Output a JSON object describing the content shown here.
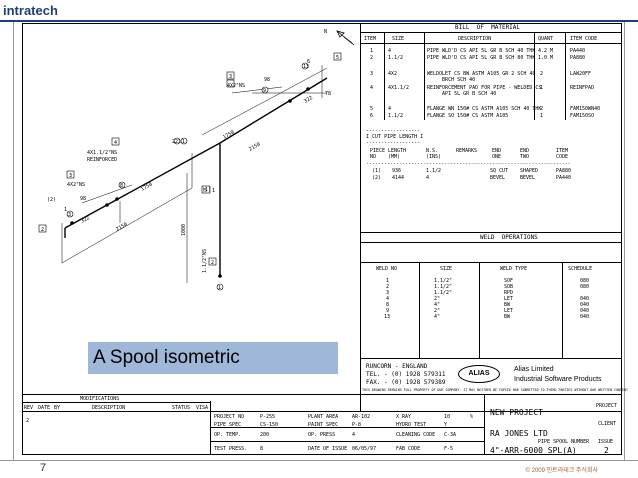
{
  "logo": "intratech",
  "slide": {
    "page_number": "7",
    "copyright": "© 2009 인트라테크 주식회사",
    "caption": "A Spool isometric"
  },
  "north_label": "N",
  "bom": {
    "title": "BILL  OF  MATERIAL",
    "headers": [
      "ITEM",
      "SIZE",
      "DESCRIPTION",
      "QUANT",
      "ITEM CODE"
    ],
    "rows": [
      [
        "1",
        "4",
        "PIPE WLD'D CS API 5L GR B SCH 40 THK",
        "4.2 M",
        "PA440"
      ],
      [
        "2",
        "1.1/2",
        "PIPE WLD'D CS API 5L GR B SCH 80 THK",
        "1.0 M",
        "PA880"
      ],
      [
        "3",
        "4X2",
        "WELDOLET CS BW ASTM A105 GR 2 SCH 40\n     BRCH SCH 40",
        "2",
        "LAW20FF"
      ],
      [
        "4",
        "4X1.1/2",
        "REINFORCEMENT PAD FOR PIPE - WELDED CS\n     API 5L GR B SCH 40",
        "1",
        "REINFPAD"
      ],
      [
        "5",
        "4",
        "FLANGE WN 150# CS ASTM A105 SCH 40 THK",
        "2",
        "FAM150WN40"
      ],
      [
        "6",
        "1.1/2",
        "FLANGE SO 150# CS ASTM A105",
        "1",
        "FAM150SO"
      ]
    ]
  },
  "cut_list": {
    "title": "CUT PIPE LENGTH",
    "headers": [
      "PIECE\nNO",
      "LENGTH\n(MM)",
      "N.S.\n(INS)",
      "REMARKS",
      "END\nONE",
      "END\nTWO",
      "ITEM\nCODE"
    ],
    "rows": [
      [
        "(1)",
        "936",
        "1.1/2",
        "",
        "SQ CUT",
        "SHAPED",
        "PA880"
      ],
      [
        "(2)",
        "4144",
        "4",
        "",
        "BEVEL",
        "BEVEL",
        "PA440"
      ]
    ]
  },
  "weld": {
    "title": "WELD  OPERATIONS",
    "headers": [
      "WELD NO",
      "SIZE",
      "WELD TYPE",
      "SCHEDULE"
    ],
    "rows": [
      [
        "1",
        "1.1/2\"",
        "SOF",
        "080"
      ],
      [
        "2",
        "1.1/2\"",
        "SOB",
        "080"
      ],
      [
        "3",
        "1.1/2\"",
        "RPD",
        ""
      ],
      [
        "4",
        "2\"",
        "LET",
        "040"
      ],
      [
        "8",
        "4\"",
        "BW",
        "040"
      ],
      [
        "9",
        "2\"",
        "LET",
        "040"
      ],
      [
        "13",
        "4\"",
        "BW",
        "040"
      ]
    ]
  },
  "company": {
    "address": "RUNCORN - ENGLAND",
    "tel": "TEL. - (0) 1928 579311",
    "fax": "FAX. - (0) 1928 579389",
    "name1": "Alias Limited",
    "name2": "Industrial Software Products",
    "logo": "ALIAS",
    "notice": "THIS DRAWING REMAINS FULL PROPERTY OF OUR COMPANY. IT MAY NEITHER BE COPIED NOR SUBMITTED TO THIRD PARTIES WITHOUT OUR WRITTEN CONSENT"
  },
  "title_block": {
    "modifications": "MODIFICATIONS",
    "mod_headers": [
      "REV",
      "DATE",
      "BY",
      "DESCRIPTION",
      "STATUS",
      "VISA"
    ],
    "rev": "2",
    "fields": [
      [
        "PROJECT NO",
        "P-255",
        "PLANT AREA",
        "AR-102",
        "X RAY",
        "10",
        "%"
      ],
      [
        "PIPE SPEC",
        "CS-150",
        "PAINT SPEC",
        "P-8",
        "HYDRO TEST",
        "Y",
        ""
      ],
      [
        "OP. TEMP.",
        "200",
        "OP. PRESS",
        "4",
        "CLEANING CODE",
        "C-3A",
        ""
      ],
      [
        "TEST PRESS.",
        "8",
        "DATE OF ISSUE",
        "06/05/97",
        "FAB CODE",
        "F-5",
        ""
      ]
    ],
    "project_label": "PROJECT",
    "project": "NEW PROJECT",
    "client_label": "CLIENT",
    "client": "RA JONES LTD",
    "spool_label": "PIPE SPOOL NUMBER",
    "issue_label": "ISSUE",
    "spool": "4\"-ARR-6000 SPL(A)",
    "issue": "2"
  },
  "iso_labels": {
    "b3": "3",
    "b3_size": "4X2\"NS",
    "b4": "4",
    "b4_size": "4X1.1/2\"NS",
    "b4_note": "REINFORCED",
    "b3b": "3",
    "b3b_size": "4X2\"NS",
    "b2": "2",
    "b1": "1",
    "b6": "6",
    "b5": "5",
    "b5b": "5",
    "b2b": "2",
    "b1b": "1",
    "d98a": "98",
    "d98b": "98",
    "d322a": "322",
    "d322b": "322",
    "d78": "78",
    "d1750a": "1750",
    "d1750b": "1750",
    "d2150a": "2150",
    "d2150b": "2150",
    "d1000": "1000",
    "d112": "1.1/2\"NS",
    "w13": "13",
    "w9": "9",
    "w8": "8",
    "w4": "4",
    "w3": "3",
    "w2": "2",
    "w1": "1",
    "w1b": "1",
    "p2": "(2)",
    "p1": "(1)",
    "p21": "2 1"
  }
}
